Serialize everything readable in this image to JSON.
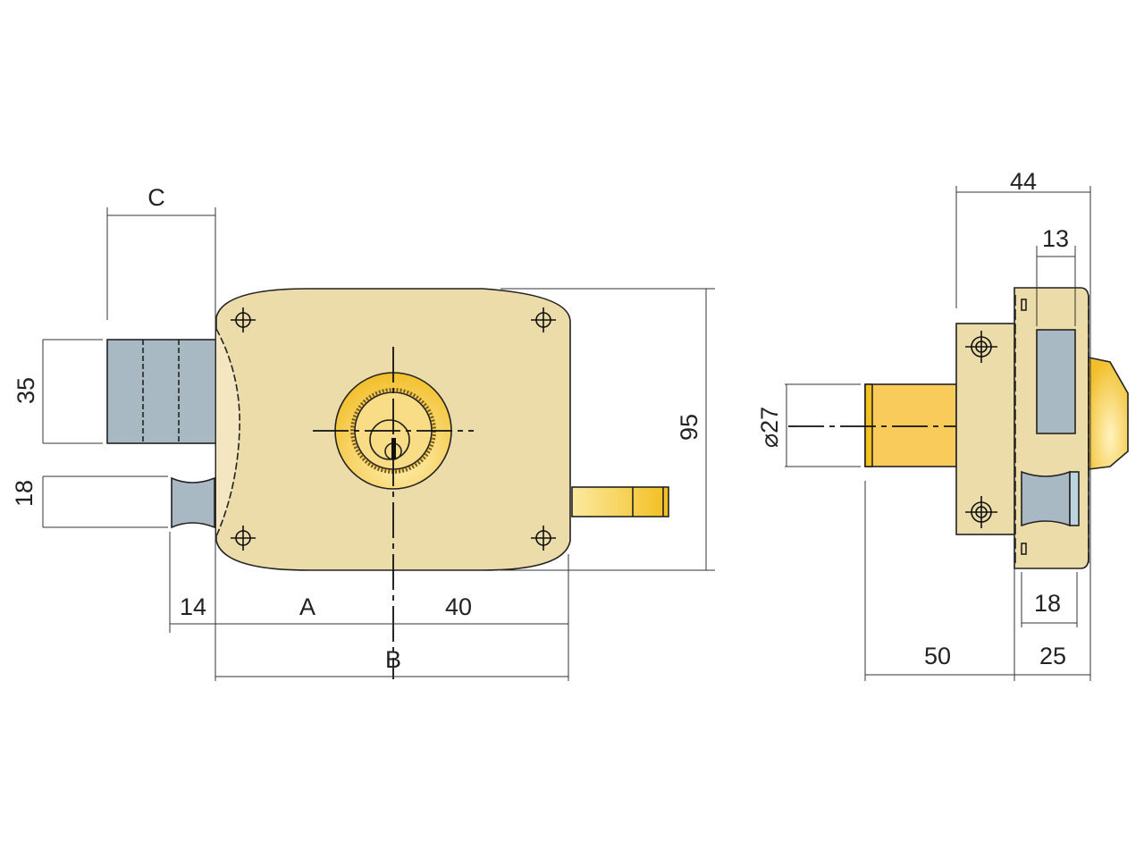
{
  "front_view": {
    "dims": {
      "C": "C",
      "h35": "35",
      "h18": "18",
      "w14": "14",
      "A": "A",
      "w40": "40",
      "B": "B",
      "h95": "95"
    }
  },
  "side_view": {
    "dims": {
      "w44": "44",
      "w13": "13",
      "dia27": "⌀27",
      "w50": "50",
      "w25": "25",
      "w18": "18"
    }
  },
  "colors": {
    "body": "#ecdcaa",
    "bolt": "#a9b9c4",
    "brass": "#f6c84c",
    "line": "#222222"
  }
}
